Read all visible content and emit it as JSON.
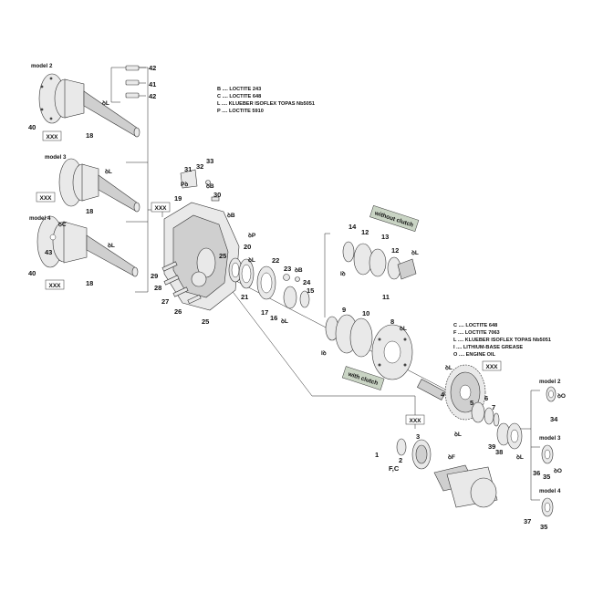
{
  "legend_top": [
    "B .... LOCTITE 243",
    "C .... LOCTITE 648",
    "L .... KLUEBER ISOFLEX TOPAS Nb5051",
    "P .... LOCTITE 5910"
  ],
  "legend_right": [
    "C .... LOCTITE 648",
    "F .... LOCTITE 7063",
    "L .... KLUEBER ISOFLEX TOPAS Nb5051",
    "I .... LITHIUM-BASE GREASE",
    "O .... ENGINE OIL"
  ],
  "models": {
    "m2_left": "model 2",
    "m3_left": "model 3",
    "m4_left": "model 4",
    "m2_right": "model 2",
    "m3_right": "model 3",
    "m4_right": "model 4"
  },
  "banners": {
    "without_clutch": "without clutch",
    "with_clutch": "with clutch"
  },
  "xxx_tag": "XXX",
  "callouts": {
    "n1": "1",
    "n2": "2",
    "n3": "3",
    "n4": "4",
    "n5": "5",
    "n6": "6",
    "n7": "7",
    "n8": "8",
    "n9": "9",
    "n10": "10",
    "n11": "11",
    "n12a": "12",
    "n12b": "12",
    "n13": "13",
    "n14": "14",
    "n15": "15",
    "n16": "16",
    "n17": "17",
    "n18a": "18",
    "n18b": "18",
    "n18c": "18",
    "n19": "19",
    "n20": "20",
    "n21": "21",
    "n22": "22",
    "n23": "23",
    "n24": "24",
    "n25a": "25",
    "n25b": "25",
    "n26": "26",
    "n27": "27",
    "n28": "28",
    "n29": "29",
    "n30": "30",
    "n31": "31",
    "n32": "32",
    "n33": "33",
    "n34": "34",
    "n35a": "35",
    "n35b": "35",
    "n36": "36",
    "n37": "37",
    "n38": "38",
    "n39": "39",
    "n40a": "40",
    "n40b": "40",
    "n41": "41",
    "n42a": "42",
    "n42b": "42",
    "n43": "43",
    "fc": "F,C"
  },
  "symbols": {
    "L": "ꝺL",
    "B": "ꝺB",
    "P": "ꝺP",
    "C": "ꝺC",
    "F": "ꝺF",
    "I": "Iꝺ",
    "O": "ꝺO",
    "Pl": "Pꝺ"
  }
}
